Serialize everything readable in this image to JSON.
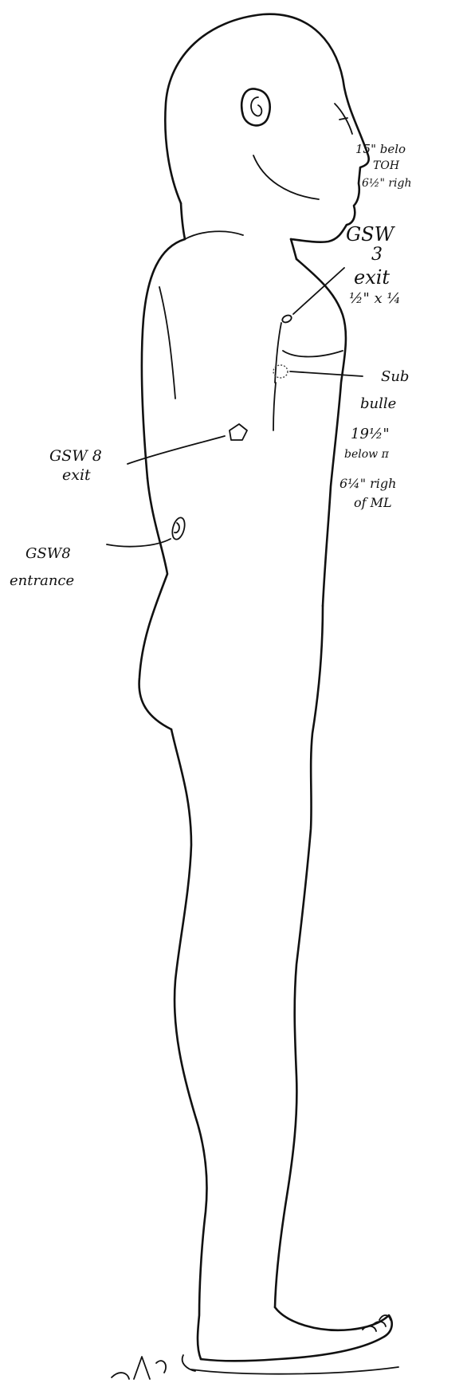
{
  "annotations": {
    "head_wound": {
      "lines": [
        "15\" belo",
        "TOH",
        "6½\" righ"
      ]
    },
    "gsw3_exit": {
      "lines": [
        "GSW",
        "3",
        "exit",
        "½\" x ¼"
      ]
    },
    "subq_bullet": {
      "lines": [
        "Sub",
        "bulle",
        "19½\"",
        "below π",
        "6¼\" righ",
        "of ML"
      ]
    },
    "gsw8_exit": {
      "lines": [
        "GSW 8",
        "exit"
      ]
    },
    "gsw8_entrance": {
      "lines": [
        "GSW8",
        "entrance"
      ]
    }
  },
  "colors": {
    "ink": "#111111",
    "paper": "#ffffff"
  }
}
